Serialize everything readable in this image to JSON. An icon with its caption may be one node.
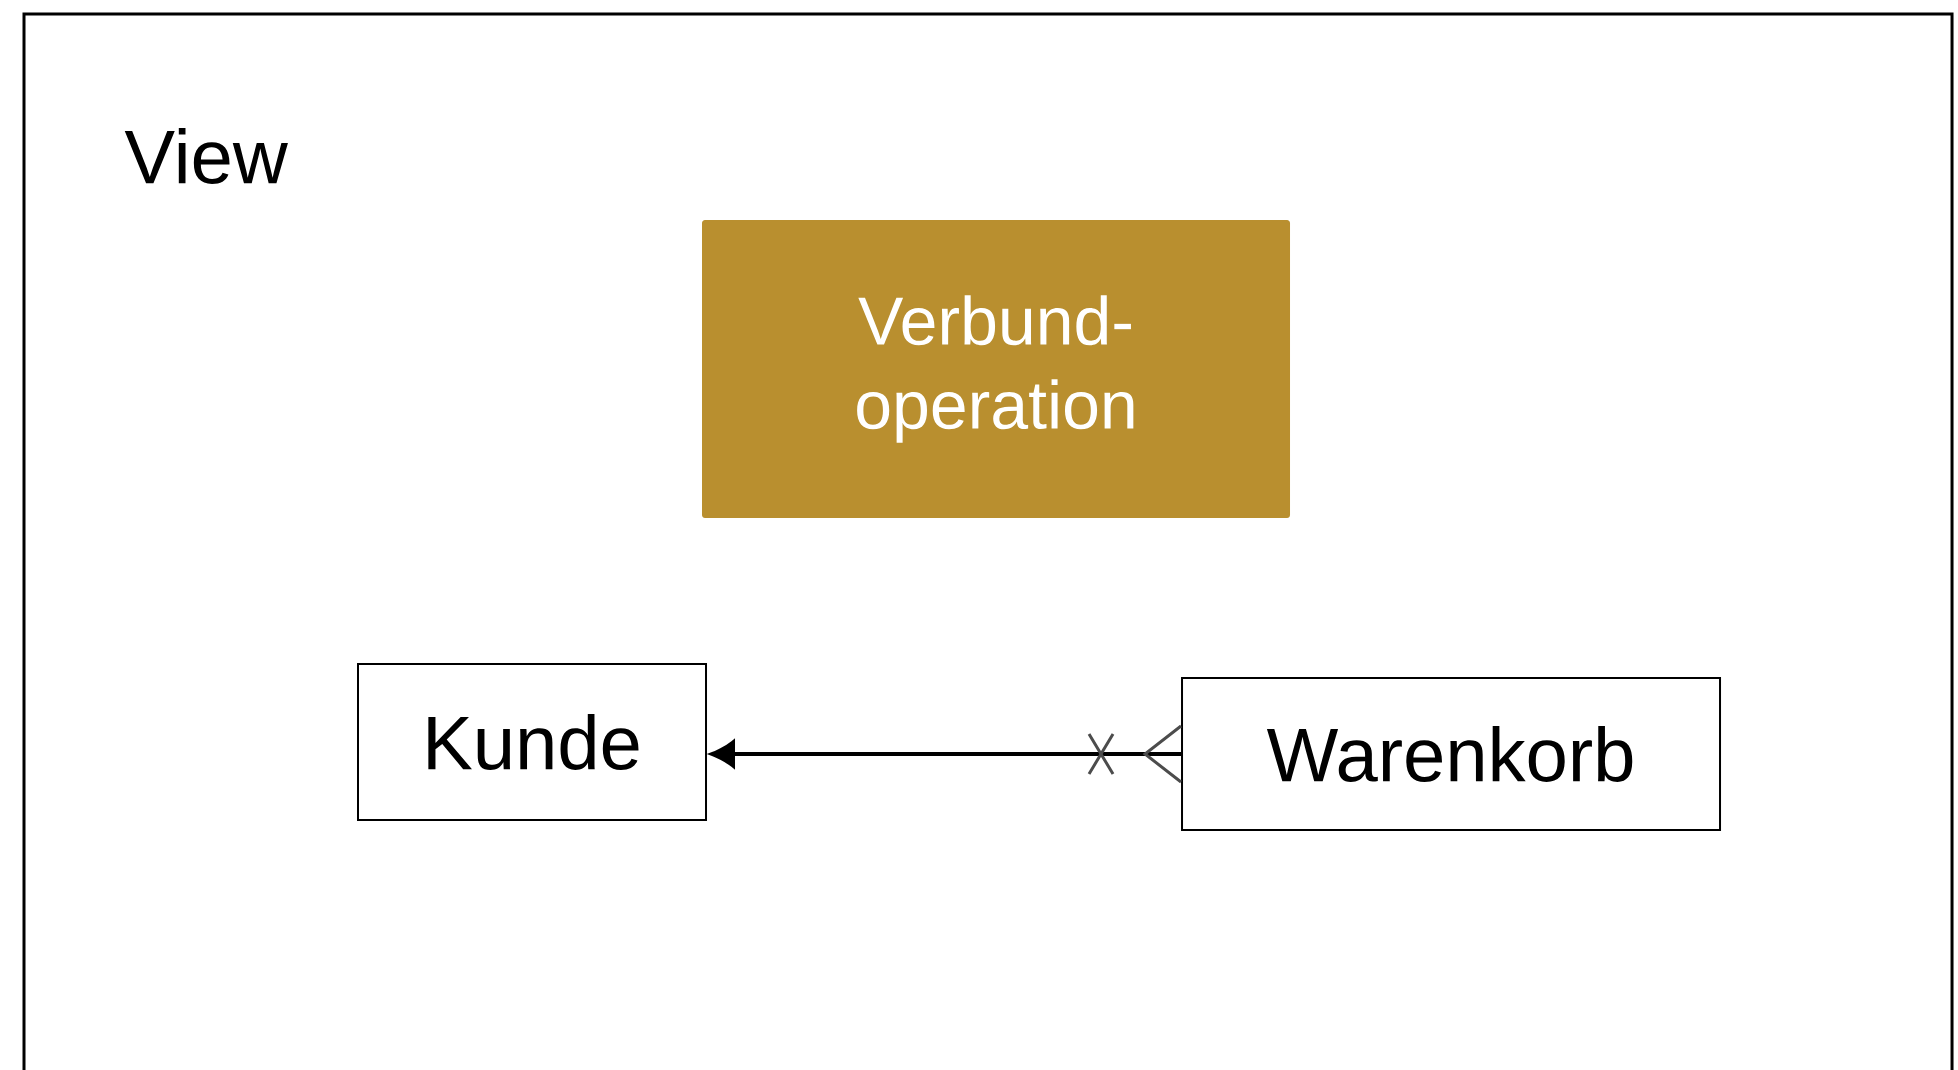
{
  "diagram": {
    "nodes": [
      {
        "text": [
          "View"
        ]
      },
      {
        "text": [
          "Verbund- operation"
        ],
        "in": 0
      },
      {
        "text": [
          "Kunde"
        ],
        "in": 0
      },
      {
        "text": [
          "Warenkorb"
        ],
        "in": 0
      }
    ],
    "edges": [
      {
        "from": 3,
        "to": 2,
        "arrow": "to"
      }
    ]
  }
}
